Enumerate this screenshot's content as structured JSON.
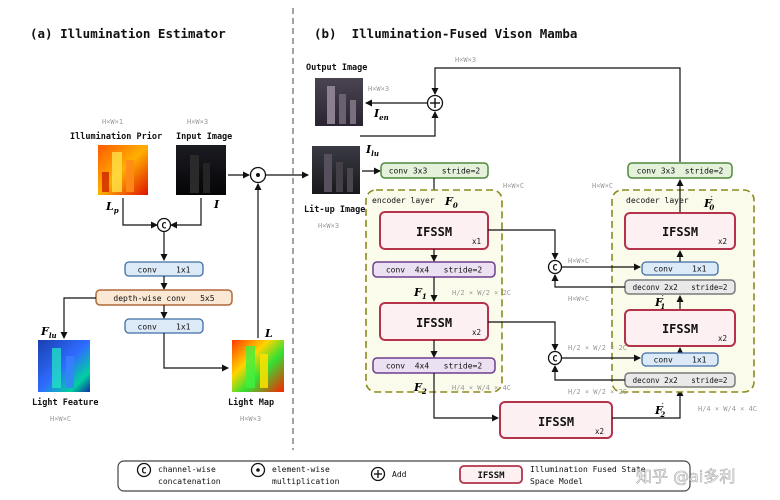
{
  "panel_a": {
    "title": "(a) Illumination Estimator",
    "illum_prior_label": "Illumination Prior",
    "input_image_label": "Input Image",
    "dim_hw1": "H×W×1",
    "dim_hw3": "H×W×3",
    "sym_lp": "L",
    "sym_lp_sub": "p",
    "sym_I": "I",
    "conv1_label": "conv    1x1",
    "dwconv_label": "depth-wise conv   5x5",
    "conv2_label": "conv    1x1",
    "sym_Flu": "F",
    "sym_Flu_sub": "lu",
    "sym_L": "L",
    "light_feature_label": "Light Feature",
    "light_map_label": "Light Map",
    "dim_hwc": "H×W×C",
    "dim_hw3_b": "H×W×3",
    "concat_sym": "C",
    "mult_sym": "⊙"
  },
  "panel_b": {
    "title": "(b)  Illumination-Fused Vison Mamba",
    "output_image_label": "Output Image",
    "dim_out": "H×W×3",
    "dim_top": "H×W×3",
    "sym_Ien": "I",
    "sym_Ien_sub": "en",
    "sym_Ilu": "I",
    "sym_Ilu_sub": "lu",
    "litup_label": "Lit-up Image",
    "dim_litup": "H×W×3",
    "conv_in_label": "conv 3x3   stride=2",
    "conv_out_label": "conv 3x3  stride=2",
    "dim_c1": "H×W×C",
    "dim_c2": "H×W×C",
    "encoder_label": "encoder layer",
    "decoder_label": "decoder layer",
    "sym_F0": "F",
    "sym_F0_sub": "0",
    "sym_F0p": "F",
    "sym_F0p_sub": "0",
    "ifssm_label": "IFSSM",
    "x1": "x1",
    "x2": "x2",
    "enc_conv4_a": "conv  4x4   stride=2",
    "enc_conv4_b": "conv  4x4   stride=2",
    "sym_F1": "F",
    "sym_F1_sub": "1",
    "sym_F2": "F",
    "sym_F2_sub": "2",
    "dim_f1": "H/2 × W/2 × 2C",
    "dim_f2": "H/4 × W/4 × 4C",
    "dec_conv1_a": "conv    1x1",
    "dec_conv1_b": "conv    1x1",
    "deconv_a": "deconv 2x2   stride=2",
    "deconv_b": "deconv 2x2   stride=2",
    "sym_F1p": "F",
    "sym_F1p_sub": "1",
    "sym_F2p": "F",
    "sym_F2p_sub": "2",
    "dim_c_mid": "H×W×C",
    "dim_c_mid2": "H×W×C",
    "dim_2c": "H/2 × W/2 × 2C",
    "dim_2c_b": "H/2 × W/2 × 2C",
    "dim_4c": "H/4 × W/4 × 4C"
  },
  "legend": {
    "concat_sym": "C",
    "concat_text_1": "channel-wise",
    "concat_text_2": "concatenation",
    "mult_text_1": "element-wise",
    "mult_text_2": "multiplication",
    "add_text": "Add",
    "ifssm_box": "IFSSM",
    "ifssm_desc_1": "Illumination Fused State",
    "ifssm_desc_2": "Space Model"
  },
  "watermark": "知乎 @ai多利",
  "colors": {
    "conv_fill": "#dce9f7",
    "conv_stroke": "#3f6ea6",
    "dw_fill": "#fbe8d4",
    "dw_stroke": "#b0693a",
    "green_fill": "#e4f2dc",
    "green_stroke": "#4f8a3c",
    "purple_fill": "#ece1f3",
    "purple_stroke": "#6b3f8f",
    "ifssm_stroke": "#b3334a",
    "ifssm_fill": "#fdf0f2",
    "dashed_box": "#8c8a1f",
    "dashed_fill": "#fbfbec",
    "gray_fill": "#e9e9e9",
    "gray_stroke": "#7a7a7a"
  }
}
